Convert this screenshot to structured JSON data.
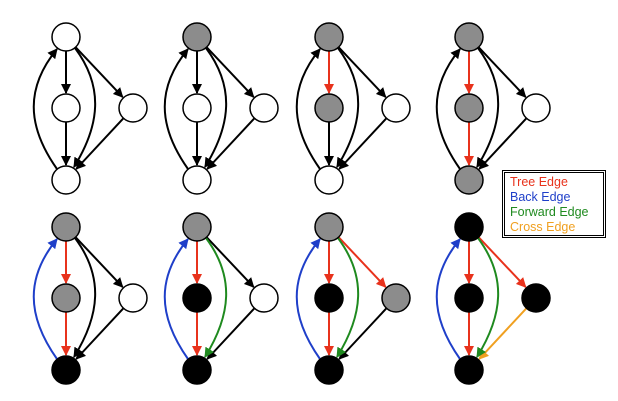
{
  "colors": {
    "tree": "#e8321c",
    "back": "#1f3fc9",
    "forward": "#1f8a1f",
    "cross": "#f0a020",
    "default_edge": "#000000",
    "node_white": "#ffffff",
    "node_gray": "#8c8c8c",
    "node_black": "#000000",
    "node_stroke": "#000000"
  },
  "legend": {
    "tree": "Tree Edge",
    "back": "Back Edge",
    "forward": "Forward Edge",
    "cross": "Cross Edge"
  },
  "panels": [
    {
      "nodes": {
        "A": "white",
        "B": "white",
        "C": "white",
        "D": "white"
      },
      "edges": {
        "AB": "default",
        "BD": "default",
        "AC": "default",
        "CD": "default",
        "AD": "default",
        "DA": "default"
      }
    },
    {
      "nodes": {
        "A": "gray",
        "B": "white",
        "C": "white",
        "D": "white"
      },
      "edges": {
        "AB": "default",
        "BD": "default",
        "AC": "default",
        "CD": "default",
        "AD": "default",
        "DA": "default"
      }
    },
    {
      "nodes": {
        "A": "gray",
        "B": "gray",
        "C": "white",
        "D": "white"
      },
      "edges": {
        "AB": "tree",
        "BD": "default",
        "AC": "default",
        "CD": "default",
        "AD": "default",
        "DA": "default"
      }
    },
    {
      "nodes": {
        "A": "gray",
        "B": "gray",
        "C": "white",
        "D": "gray"
      },
      "edges": {
        "AB": "tree",
        "BD": "tree",
        "AC": "default",
        "CD": "default",
        "AD": "default",
        "DA": "default"
      }
    },
    {
      "nodes": {
        "A": "gray",
        "B": "gray",
        "C": "white",
        "D": "black"
      },
      "edges": {
        "AB": "tree",
        "BD": "tree",
        "AC": "default",
        "CD": "default",
        "AD": "default",
        "DA": "back"
      }
    },
    {
      "nodes": {
        "A": "gray",
        "B": "black",
        "C": "white",
        "D": "black"
      },
      "edges": {
        "AB": "tree",
        "BD": "tree",
        "AC": "default",
        "CD": "default",
        "AD": "forward",
        "DA": "back"
      }
    },
    {
      "nodes": {
        "A": "gray",
        "B": "black",
        "C": "gray",
        "D": "black"
      },
      "edges": {
        "AB": "tree",
        "BD": "tree",
        "AC": "tree",
        "CD": "default",
        "AD": "forward",
        "DA": "back"
      }
    },
    {
      "nodes": {
        "A": "black",
        "B": "black",
        "C": "black",
        "D": "black"
      },
      "edges": {
        "AB": "tree",
        "BD": "tree",
        "AC": "tree",
        "CD": "cross",
        "AD": "forward",
        "DA": "back"
      }
    }
  ]
}
